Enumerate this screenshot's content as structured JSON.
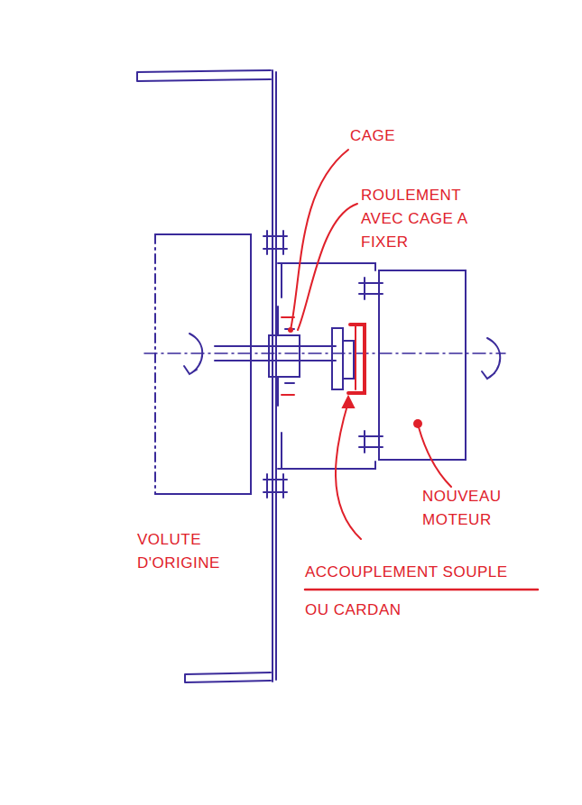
{
  "diagram": {
    "labels": [
      "CAGE",
      "ROULEMENT AVEC CAGE A FIXER",
      "VOLUTE D'ORIGINE",
      "NOUVEAU MOTEUR",
      "ACCOUPLEMENT SOUPLE",
      "OU CARDAN"
    ]
  }
}
